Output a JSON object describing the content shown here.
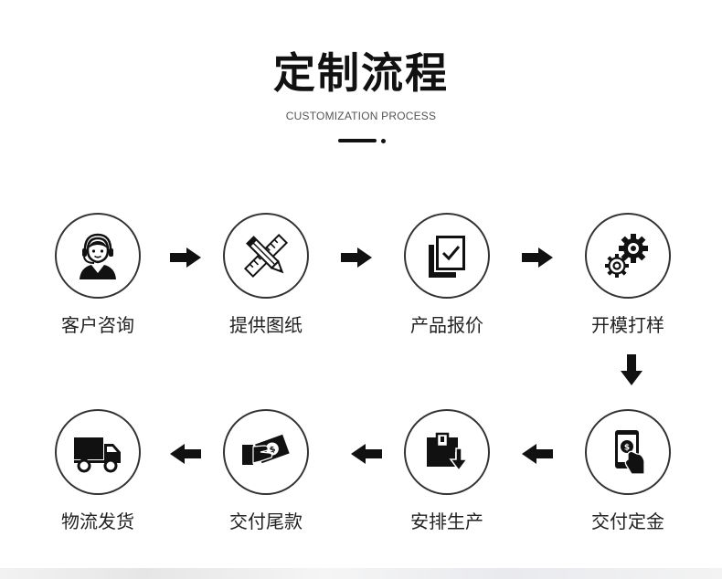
{
  "header": {
    "title": "定制流程",
    "subtitle": "CUSTOMIZATION PROCESS"
  },
  "steps": [
    {
      "label": "客户咨询",
      "icon": "customer-service-icon"
    },
    {
      "label": "提供图纸",
      "icon": "pencil-ruler-icon"
    },
    {
      "label": "产品报价",
      "icon": "document-check-icon"
    },
    {
      "label": "开模打样",
      "icon": "gears-icon"
    },
    {
      "label": "交付定金",
      "icon": "phone-payment-icon"
    },
    {
      "label": "安排生产",
      "icon": "production-box-icon"
    },
    {
      "label": "交付尾款",
      "icon": "cash-payment-icon"
    },
    {
      "label": "物流发货",
      "icon": "delivery-truck-icon"
    }
  ],
  "colors": {
    "icon": "#111111",
    "circle_border": "#333333",
    "text": "#222222"
  }
}
